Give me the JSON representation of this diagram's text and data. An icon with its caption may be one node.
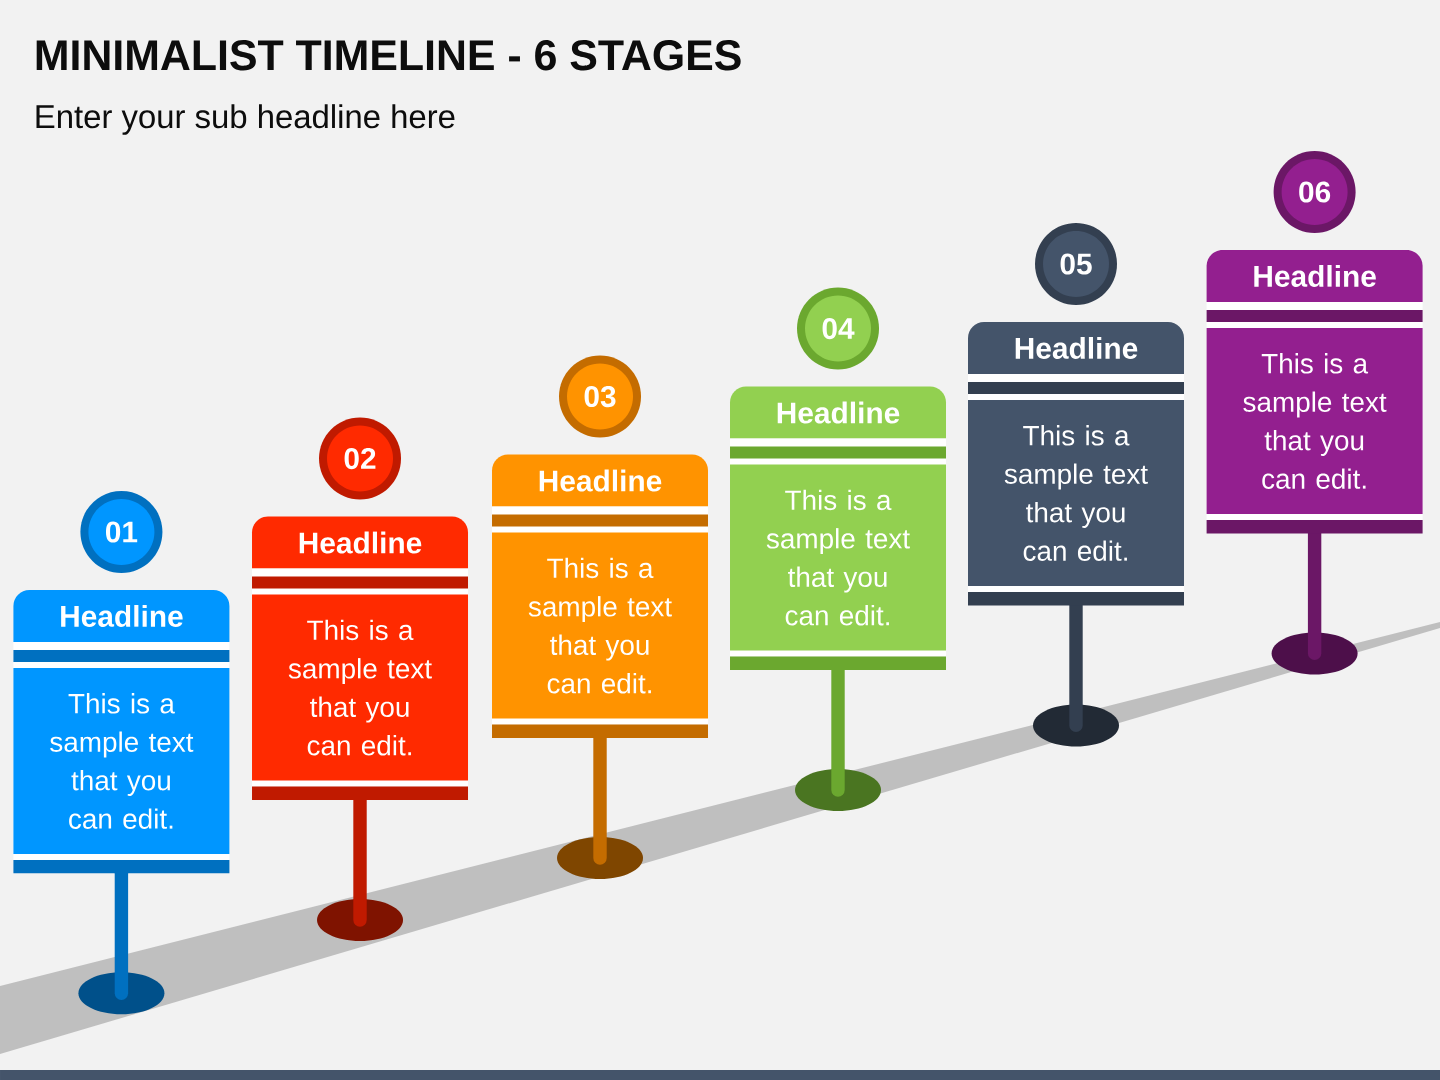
{
  "diagram": {
    "title": "MINIMALIST TIMELINE - 6 STAGES",
    "nodes": [
      {
        "text": [
          "01"
        ]
      },
      {
        "text": [
          "Headline",
          "This is a sample text that you can edit."
        ]
      },
      {
        "text": [
          "02"
        ]
      },
      {
        "text": [
          "Headline",
          "This is a sample text that you can edit."
        ]
      },
      {
        "text": [
          "03"
        ]
      },
      {
        "text": [
          "Headline",
          "This is a sample text that you can edit."
        ]
      },
      {
        "text": [
          "04"
        ]
      },
      {
        "text": [
          "Headline",
          "This is a sample text that you can edit."
        ]
      },
      {
        "text": [
          "05"
        ]
      },
      {
        "text": [
          "Headline",
          "This is a sample text that you can edit."
        ]
      },
      {
        "text": [
          "06"
        ]
      },
      {
        "text": [
          "Headline",
          "This is a sample text that you can edit."
        ]
      }
    ],
    "labels": [
      "Enter your sub headline here"
    ]
  }
}
